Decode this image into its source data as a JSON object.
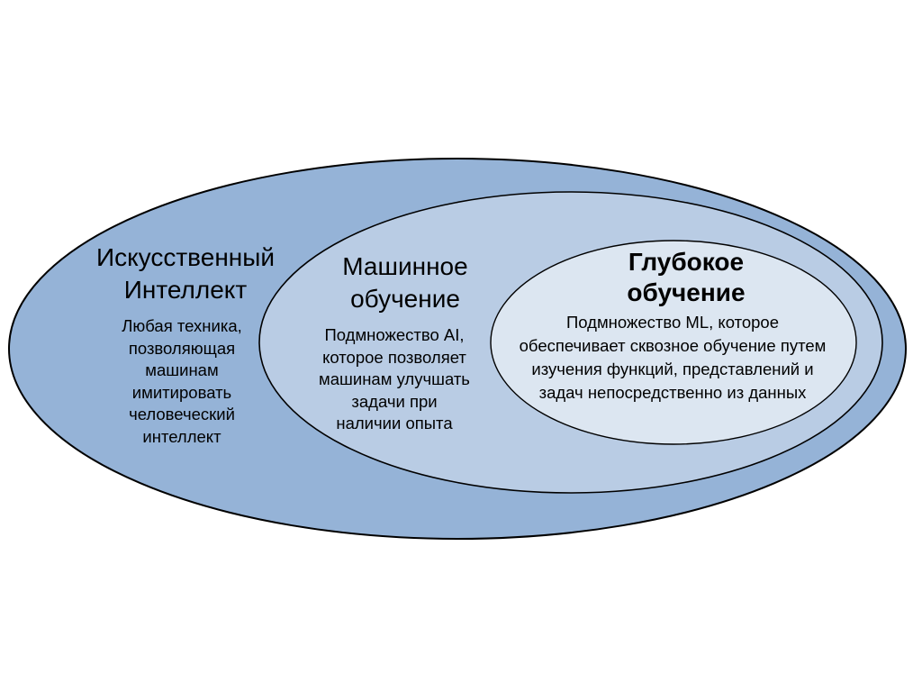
{
  "diagram": {
    "type": "nested-ellipses",
    "colors": {
      "outer_fill": "#95b3d7",
      "middle_fill": "#b9cce4",
      "inner_fill": "#dce6f1",
      "stroke": "#000000",
      "background": "#ffffff"
    },
    "ellipses": [
      {
        "id": "ai",
        "title": "Искусственный\nИнтеллект",
        "description": "Любая техника,\nпозволяющая\nмашинам\nимитировать\nчеловеческий\nинтеллект"
      },
      {
        "id": "ml",
        "title": "Машинное\nобучение",
        "description": "Подмножество AI,\nкоторое позволяет\nмашинам улучшать\nзадачи при\nналичии опыта"
      },
      {
        "id": "dl",
        "title": "Глубокое\nобучение",
        "description": "Подмножество ML, которое\nобеспечивает сквозное обучение путем\nизучения функций, представлений и\nзадач непосредственно из данных"
      }
    ]
  }
}
